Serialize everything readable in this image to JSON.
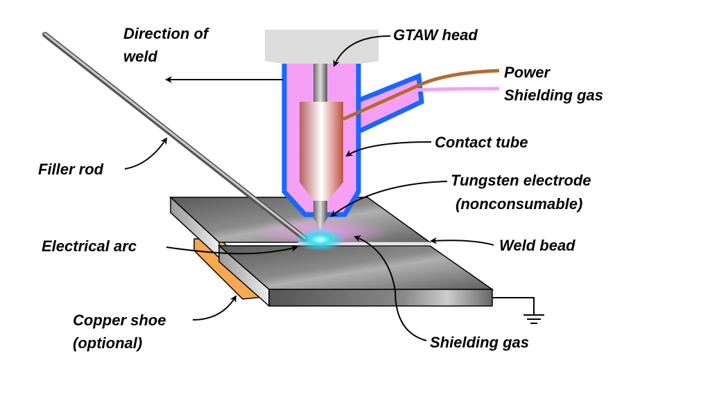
{
  "title": "GTAW welding diagram",
  "labels": {
    "direction_1": "Direction of",
    "direction_2": "weld",
    "gtaw_head": "GTAW head",
    "power": "Power",
    "shielding_gas_line": "Shielding gas",
    "contact_tube": "Contact tube",
    "tungsten_1": "Tungsten electrode",
    "tungsten_2": "(nonconsumable)",
    "weld_bead": "Weld bead",
    "electrical_arc": "Electrical arc",
    "filler_rod": "Filler rod",
    "copper_shoe_1": "Copper shoe",
    "copper_shoe_2": "(optional)",
    "shielding_gas": "Shielding gas"
  },
  "colors": {
    "torch_outline": "#1a66ff",
    "torch_fill": "#f5a0f5",
    "power_cable": "#b36b2e",
    "copper": "#f5a850",
    "arc": "#33e0f0"
  }
}
